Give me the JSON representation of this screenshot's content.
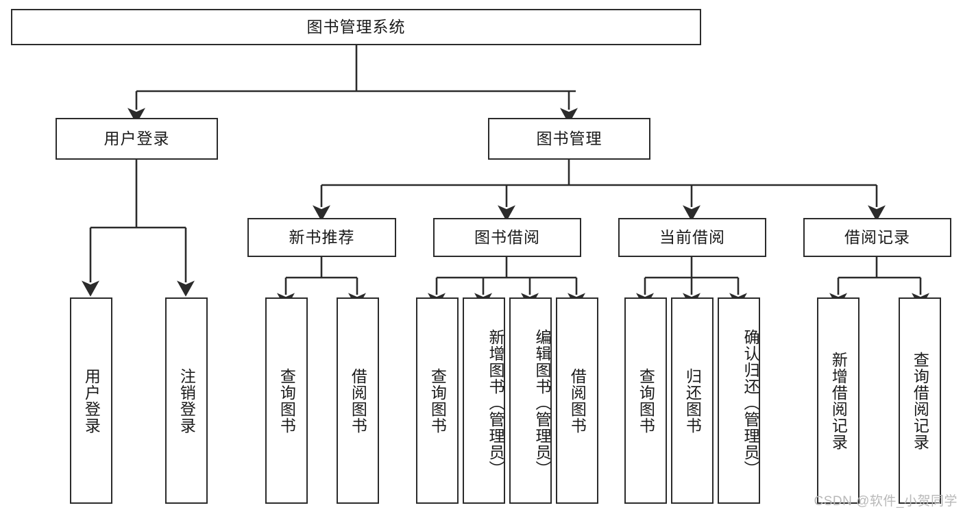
{
  "diagram": {
    "title_node": {
      "label": "图书管理系统"
    },
    "level2": [
      {
        "label": "用户登录"
      },
      {
        "label": "图书管理"
      }
    ],
    "level3": [
      {
        "label": "新书推荐"
      },
      {
        "label": "图书借阅"
      },
      {
        "label": "当前借阅"
      },
      {
        "label": "借阅记录"
      }
    ],
    "leaves": {
      "user_login": [
        {
          "label": "用户登录"
        },
        {
          "label": "注销登录"
        }
      ],
      "new_book_recommend": [
        {
          "label": "查询图书"
        },
        {
          "label": "借阅图书"
        }
      ],
      "book_borrow": [
        {
          "label": "查询图书"
        },
        {
          "label": "新增图书（管理员）"
        },
        {
          "label": "编辑图书（管理员）"
        },
        {
          "label": "借阅图书"
        }
      ],
      "current_borrow": [
        {
          "label": "查询图书"
        },
        {
          "label": "归还图书"
        },
        {
          "label": "确认归还（管理员）"
        }
      ],
      "borrow_record": [
        {
          "label": "新增借阅记录"
        },
        {
          "label": "查询借阅记录"
        }
      ]
    }
  },
  "watermark": {
    "text": "CSDN @软件_小贺同学"
  },
  "colors": {
    "stroke": "#2b2b2b",
    "fill": "#ffffff",
    "text": "#1a1a1a",
    "watermark": "#b8b8b8"
  }
}
